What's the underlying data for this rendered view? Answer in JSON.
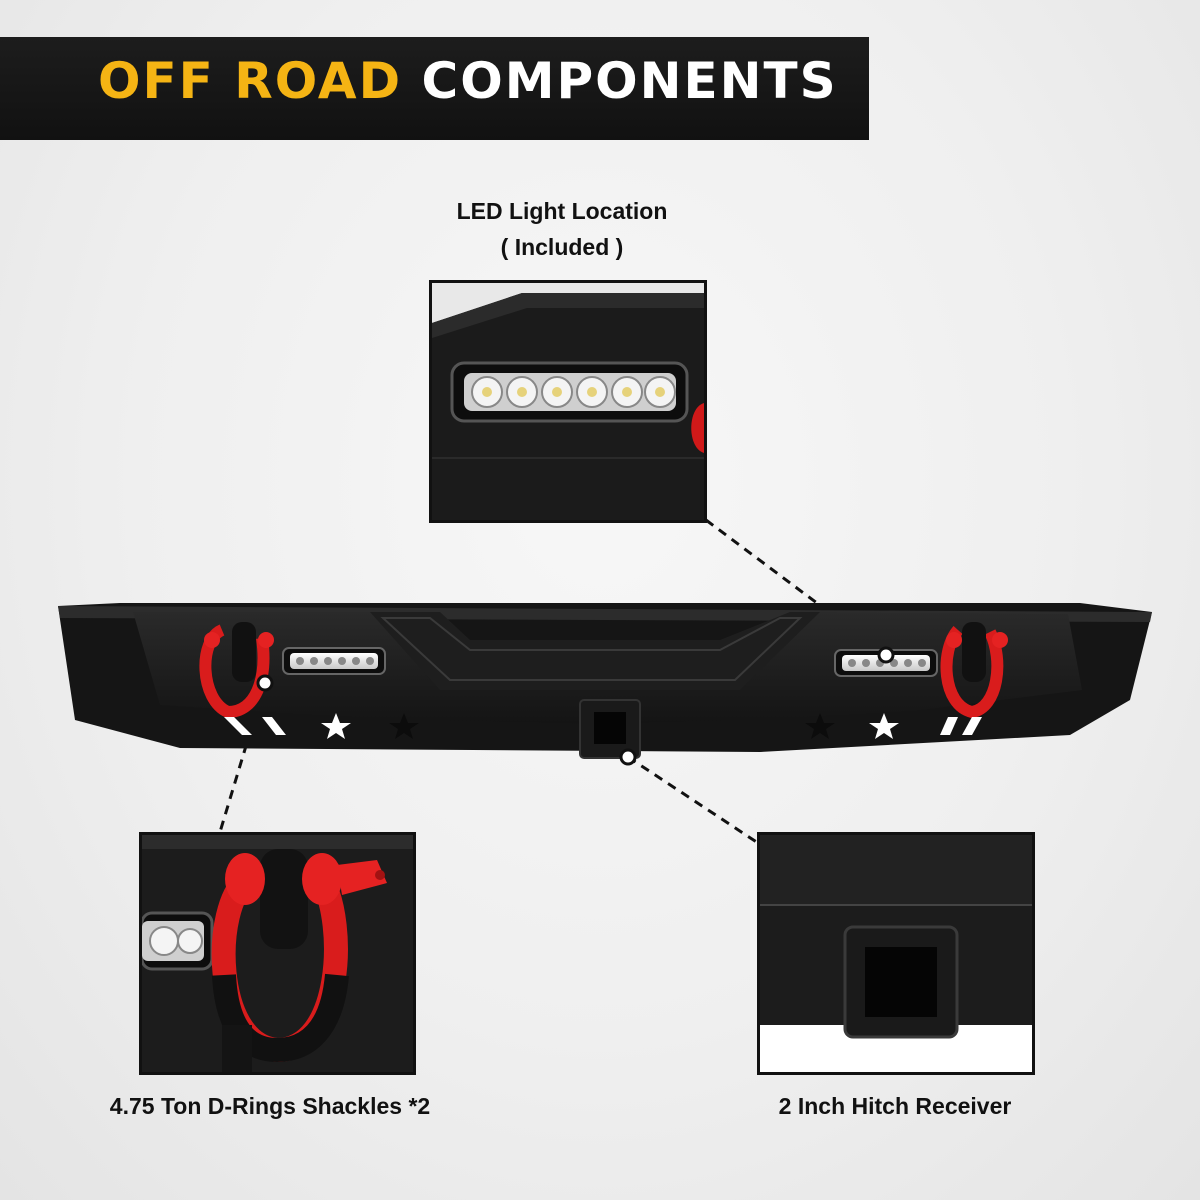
{
  "banner": {
    "title_part1": "OFF ROAD",
    "title_part2": "COMPONENTS",
    "accent_color": "#f5b414",
    "text_color": "#ffffff",
    "background_color": "#141414"
  },
  "callouts": {
    "led": {
      "label_line1": "LED Light Location",
      "label_line2": "( Included )",
      "icon": "led-light-bar-icon"
    },
    "shackles": {
      "label": "4.75 Ton D-Rings Shackles *2",
      "icon": "d-ring-shackle-icon"
    },
    "hitch": {
      "label": "2 Inch Hitch Receiver",
      "icon": "hitch-receiver-icon"
    }
  },
  "colors": {
    "bumper": "#1c1c1c",
    "shackle_red": "#e01e1e",
    "leader_line": "#111111"
  }
}
